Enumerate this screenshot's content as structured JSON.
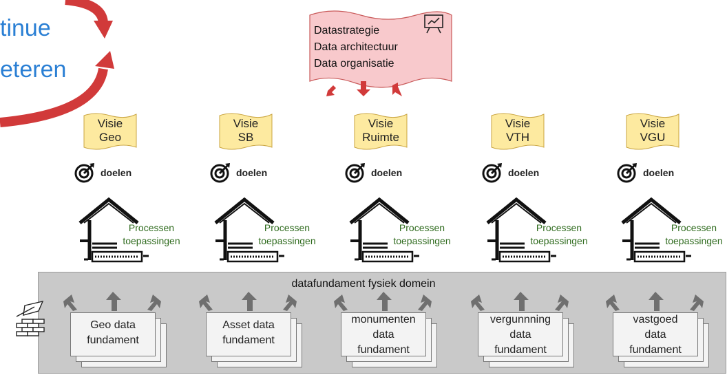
{
  "cycle": {
    "line1": "tinue",
    "line2": "eteren"
  },
  "strategy_banner": {
    "lines": [
      "Datastrategie",
      "Data architectuur",
      "Data organisatie"
    ],
    "icon": "presentation-board-icon"
  },
  "columns": [
    {
      "visie_line1": "Visie",
      "visie_line2": "Geo",
      "doelen": "doelen",
      "proc_line1": "Processen",
      "proc_line2": "toepassingen",
      "fundament": [
        "Geo data",
        "fundament"
      ]
    },
    {
      "visie_line1": "Visie",
      "visie_line2": "SB",
      "doelen": "doelen",
      "proc_line1": "Processen",
      "proc_line2": "toepassingen",
      "fundament": [
        "Asset data",
        "fundament"
      ]
    },
    {
      "visie_line1": "Visie",
      "visie_line2": "Ruimte",
      "doelen": "doelen",
      "proc_line1": "Processen",
      "proc_line2": "toepassingen",
      "fundament": [
        "monumenten",
        "data",
        "fundament"
      ]
    },
    {
      "visie_line1": "Visie",
      "visie_line2": "VTH",
      "doelen": "doelen",
      "proc_line1": "Processen",
      "proc_line2": "toepassingen",
      "fundament": [
        "vergunnning",
        "data",
        "fundament"
      ]
    },
    {
      "visie_line1": "Visie",
      "visie_line2": "VGU",
      "doelen": "doelen",
      "proc_line1": "Processen",
      "proc_line2": "toepassingen",
      "fundament": [
        "vastgoed",
        "data",
        "fundament"
      ]
    }
  ],
  "foundation": {
    "title": "datafundament fysiek domein",
    "icon": "brick-wall-icon"
  },
  "colors": {
    "cycle_text": "#2a7fd4",
    "cycle_arrow": "#d13a3a",
    "banner_fill": "#f8c9cc",
    "visie_fill": "#fdeaa0",
    "proc_text": "#2f6b1e",
    "foundation_fill": "#c9c9c9"
  }
}
